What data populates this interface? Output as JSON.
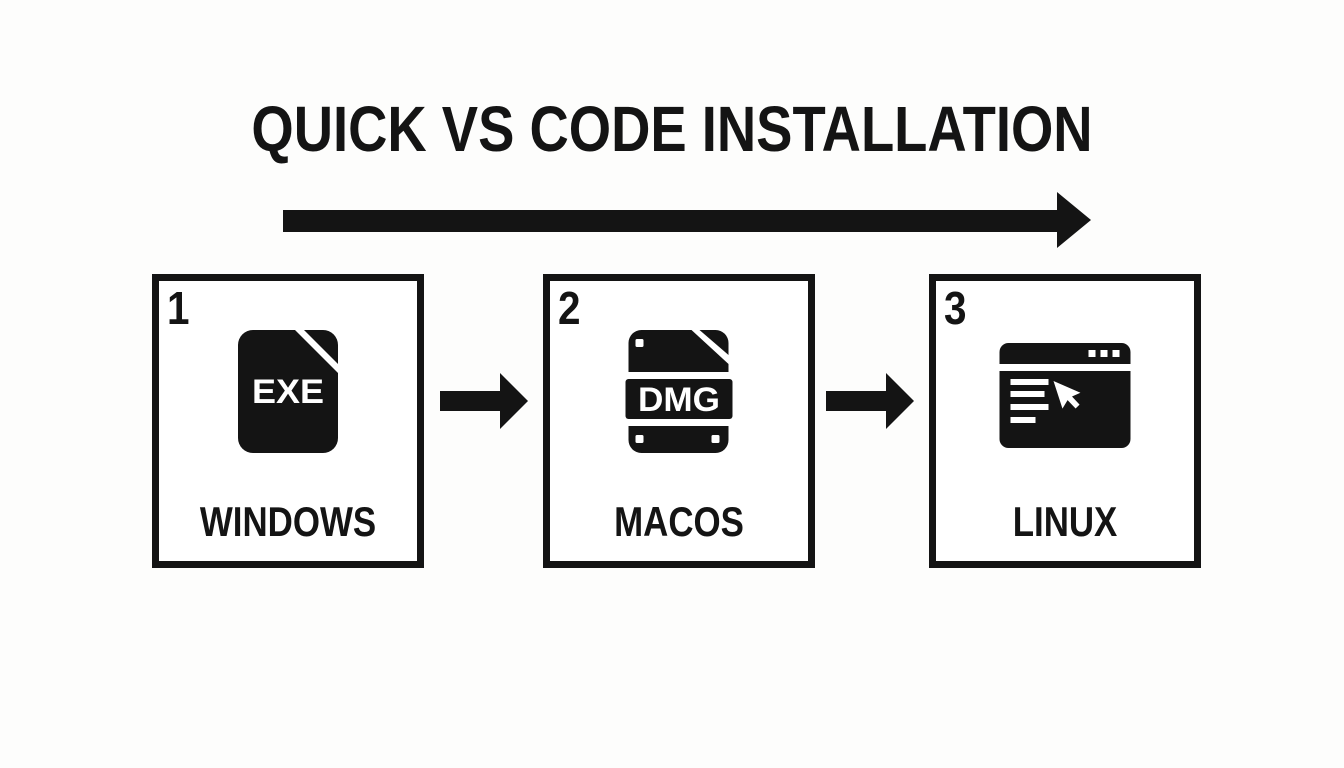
{
  "colors": {
    "ink": "#141414",
    "background": "#fdfdfc",
    "icon_text": "#ffffff"
  },
  "title": "QUICK VS CODE INSTALLATION",
  "flow": {
    "main_arrow": "right-arrow",
    "connector_arrow": "right-arrow"
  },
  "steps": [
    {
      "number": "1",
      "label": "WINDOWS",
      "icon": "exe-file",
      "icon_text": "EXE"
    },
    {
      "number": "2",
      "label": "MACOS",
      "icon": "dmg-disk-image",
      "icon_text": "DMG"
    },
    {
      "number": "3",
      "label": "LINUX",
      "icon": "app-window-cursor",
      "icon_text": ""
    }
  ]
}
